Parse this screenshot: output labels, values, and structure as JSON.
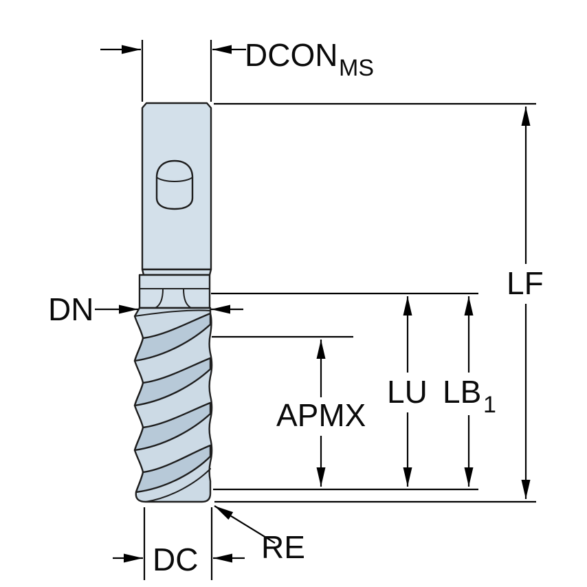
{
  "diagram": {
    "type": "technical-drawing",
    "subject": "end-mill side view with dimension callouts",
    "labels": {
      "dcon": {
        "text": "DCON",
        "subscript": "MS"
      },
      "lf": {
        "text": "LF"
      },
      "dn": {
        "text": "DN"
      },
      "apmx": {
        "text": "APMX"
      },
      "lu": {
        "text": "LU"
      },
      "lb1": {
        "text": "LB",
        "subscript": "1"
      },
      "dc": {
        "text": "DC"
      },
      "re": {
        "text": "RE"
      }
    },
    "colors": {
      "background": "#ffffff",
      "tool_fill": "#d3e0ea",
      "flute_fill": "#ccdae5",
      "groove_fill": "#b7c9d8",
      "outline": "#1e1e1e",
      "dimension_line": "#000000",
      "label_text": "#0a0a0a"
    }
  }
}
